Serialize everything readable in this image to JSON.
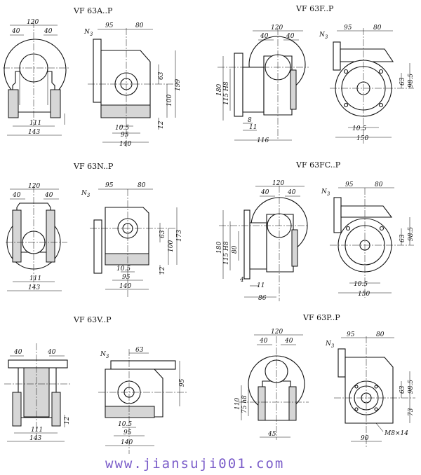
{
  "panels": [
    {
      "title": "VF 63A..P",
      "dims": [
        "120",
        "40",
        "40",
        "N",
        "95",
        "80",
        "63",
        "100",
        "199",
        "12",
        "10.5",
        "95",
        "140",
        "111",
        "143"
      ]
    },
    {
      "title": "VF 63F..P",
      "dims": [
        "120",
        "40",
        "40",
        "N",
        "95",
        "80",
        "180",
        "115 H8",
        "8",
        "11",
        "116",
        "63",
        "98.5",
        "10.5",
        "150"
      ]
    },
    {
      "title": "VF 63N..P",
      "dims": [
        "120",
        "40",
        "40",
        "N",
        "95",
        "80",
        "63",
        "100",
        "173",
        "12",
        "10.5",
        "95",
        "140",
        "111",
        "143"
      ]
    },
    {
      "title": "VF 63FC..P",
      "dims": [
        "120",
        "40",
        "40",
        "N",
        "95",
        "80",
        "180",
        "115 H8",
        "80",
        "4",
        "11",
        "86",
        "63",
        "98.5",
        "10.5",
        "150"
      ]
    },
    {
      "title": "VF 63V..P",
      "dims": [
        "40",
        "40",
        "12",
        "111",
        "143",
        "N",
        "63",
        "95",
        "10.5",
        "95",
        "140"
      ]
    },
    {
      "title": "VF 63P..P",
      "dims": [
        "120",
        "40",
        "40",
        "N",
        "95",
        "80",
        "110",
        "75 h8",
        "45",
        "63",
        "98.5",
        "73",
        "M8×14",
        "90"
      ]
    }
  ],
  "n_subscript": "3",
  "watermark": "www.jiansuji001.com"
}
